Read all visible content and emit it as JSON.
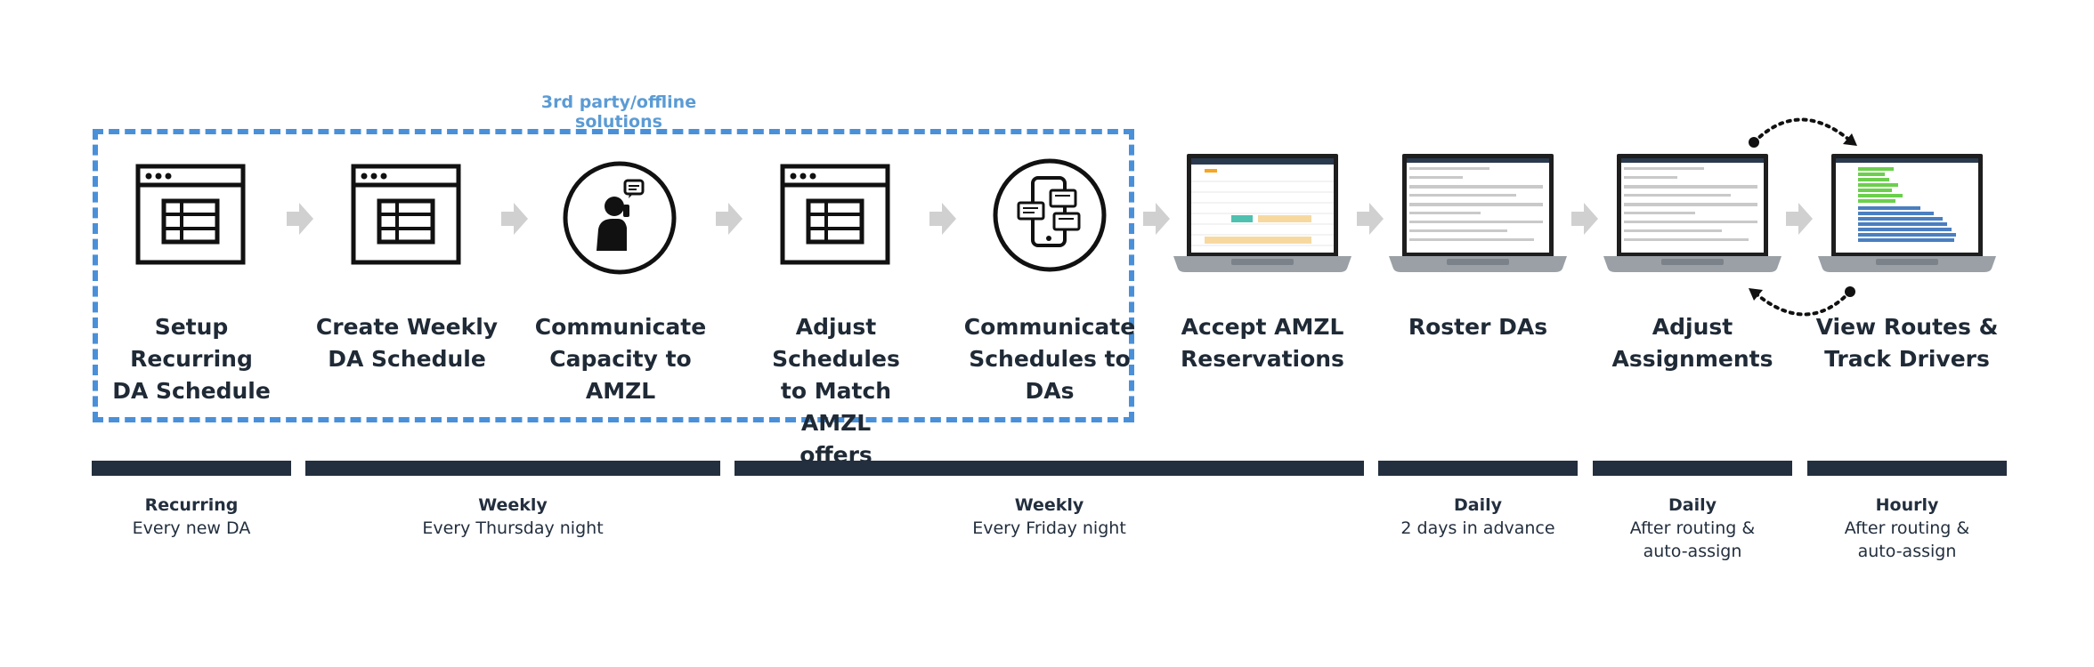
{
  "group_label": "3rd party/offline solutions",
  "steps": [
    {
      "label_lines": [
        "Setup Recurring",
        "DA Schedule"
      ],
      "icon": "calendar-grid-icon"
    },
    {
      "label_lines": [
        "Create Weekly",
        "DA Schedule"
      ],
      "icon": "calendar-grid-icon"
    },
    {
      "label_lines": [
        "Communicate",
        "Capacity to",
        "AMZL"
      ],
      "icon": "person-phone-chat-icon"
    },
    {
      "label_lines": [
        "Adjust Schedules",
        "to Match AMZL",
        "offers"
      ],
      "icon": "calendar-grid-icon"
    },
    {
      "label_lines": [
        "Communicate",
        "Schedules to",
        "DAs"
      ],
      "icon": "mobile-messages-icon"
    },
    {
      "label_lines": [
        "Accept AMZL",
        "Reservations"
      ],
      "icon": "laptop-table-icon"
    },
    {
      "label_lines": [
        "Roster DAs"
      ],
      "icon": "laptop-form-icon"
    },
    {
      "label_lines": [
        "Adjust",
        "Assignments"
      ],
      "icon": "laptop-form-icon"
    },
    {
      "label_lines": [
        "View Routes &",
        "Track Drivers"
      ],
      "icon": "laptop-bars-icon"
    }
  ],
  "cadences": [
    {
      "title": "Recurring",
      "lines": [
        "Every new DA"
      ]
    },
    {
      "title": "Weekly",
      "lines": [
        "Every Thursday night"
      ]
    },
    {
      "title": "Weekly",
      "lines": [
        "Every Friday night"
      ]
    },
    {
      "title": "Daily",
      "lines": [
        "2 days in advance"
      ]
    },
    {
      "title": "Daily",
      "lines": [
        "After routing &",
        "auto-assign"
      ]
    },
    {
      "title": "Hourly",
      "lines": [
        "After routing &",
        "auto-assign"
      ]
    }
  ],
  "colors": {
    "accent_blue": "#4a90d9",
    "bar_dark": "#232f3e",
    "arrow_gray": "#d0d0d0"
  }
}
